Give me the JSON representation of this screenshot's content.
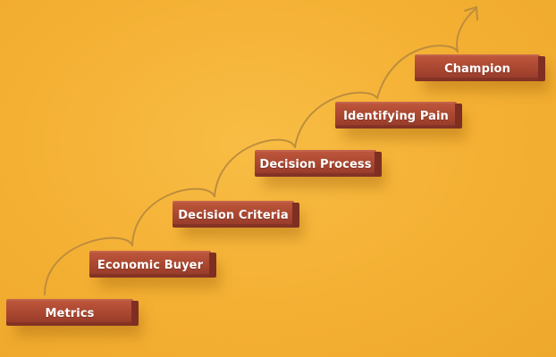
{
  "steps": [
    {
      "label": "Metrics"
    },
    {
      "label": "Economic Buyer"
    },
    {
      "label": "Decision Criteria"
    },
    {
      "label": "Decision Process"
    },
    {
      "label": "Identifying Pain"
    },
    {
      "label": "Champion"
    }
  ],
  "colors": {
    "background": "#f5b235",
    "block": "#a84630",
    "arrow": "#b98a3c",
    "text": "#ffffff"
  }
}
